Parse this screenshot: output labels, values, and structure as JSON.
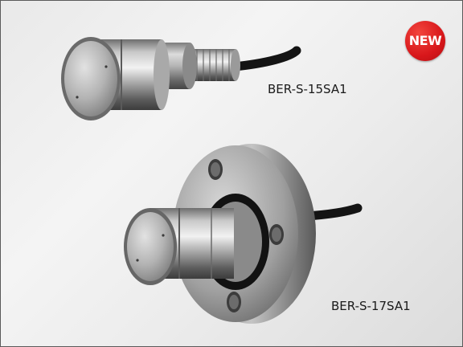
{
  "badge": {
    "text": "NEW",
    "color": "#d8171b"
  },
  "products": [
    {
      "model": "BER-S-15SA1"
    },
    {
      "model": "BER-S-17SA1"
    }
  ]
}
